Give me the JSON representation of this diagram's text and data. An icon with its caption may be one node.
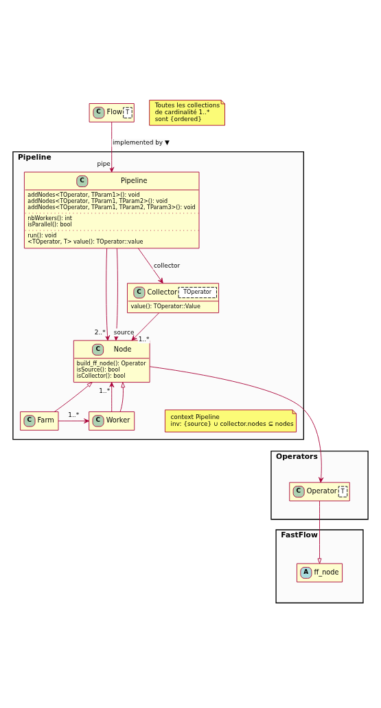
{
  "diagram": {
    "nodes": [
      {
        "text": [
          "C",
          "Flow",
          "T"
        ]
      },
      {
        "text": [
          "Toutes les collections de cardinalité 1..* sont {ordered}"
        ]
      },
      {
        "text": [
          "Pipeline"
        ]
      },
      {
        "text": [
          "C",
          "Pipeline",
          "addNodes<TOperator, TParam1>(): void",
          "addNodes<TOperator, TParam1, TParam2>(): void",
          "addNodes<TOperator, TParam1, TParam2, TParam3>(): void",
          "nbWorkers(): int",
          "isParallel(): bool",
          "run(): void",
          "<TOperator, T> value(): TOperator::value"
        ],
        "in": 2
      },
      {
        "text": [
          "C",
          "Collector",
          "TOperator",
          "value(): TOperator::Value"
        ],
        "in": 2
      },
      {
        "text": [
          "C",
          "Node",
          "build_ff_node(): Operator",
          "isSource(): bool",
          "isCollector(): bool"
        ],
        "in": 2
      },
      {
        "text": [
          "C",
          "Farm"
        ],
        "in": 2
      },
      {
        "text": [
          "C",
          "Worker"
        ],
        "in": 2
      },
      {
        "text": [
          "context Pipeline",
          "inv: {source} ∪ collector.nodes ⊆ nodes"
        ],
        "in": 2
      },
      {
        "text": [
          "Operators"
        ]
      },
      {
        "text": [
          "C",
          "Operator",
          "T"
        ],
        "in": 9
      },
      {
        "text": [
          "FastFlow"
        ]
      },
      {
        "text": [
          "A",
          "ff_node"
        ],
        "in": 11
      }
    ],
    "edges": [
      {
        "from": 0,
        "to": 3,
        "arrow": "to",
        "label": "implemented by ▼"
      },
      {
        "from": 3,
        "to": 5,
        "arrow": "to",
        "label": "2..*"
      },
      {
        "from": 3,
        "to": 5,
        "arrow": "to",
        "label": "source"
      },
      {
        "from": 3,
        "to": 4,
        "arrow": "to",
        "label": "collector"
      },
      {
        "from": 4,
        "to": 5,
        "arrow": "to",
        "label": "1..*"
      },
      {
        "from": 6,
        "to": 5,
        "arrow": "to"
      },
      {
        "from": 7,
        "to": 5,
        "arrow": "to",
        "label": "1..*"
      },
      {
        "from": 7,
        "to": 5,
        "arrow": "to"
      },
      {
        "from": 6,
        "to": 7,
        "arrow": "to",
        "label": "1..*"
      },
      {
        "from": 5,
        "to": 10,
        "arrow": "to"
      },
      {
        "from": 10,
        "to": 12,
        "arrow": "to"
      }
    ],
    "labels": [
      "pipe"
    ]
  }
}
